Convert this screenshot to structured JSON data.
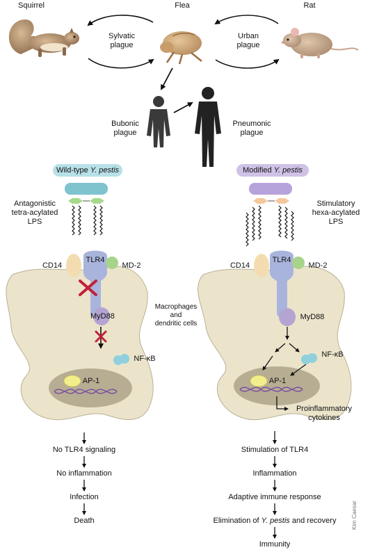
{
  "top": {
    "squirrel": "Squirrel",
    "flea": "Flea",
    "rat": "Rat",
    "sylvatic_1": "Sylvatic",
    "sylvatic_2": "plague",
    "urban_1": "Urban",
    "urban_2": "plague",
    "bubonic_1": "Bubonic",
    "bubonic_2": "plague",
    "pneumonic_1": "Pneumonic",
    "pneumonic_2": "plague"
  },
  "left": {
    "strain_prefix": "Wild-type ",
    "strain_species": "Y. pestis",
    "lps_1": "Antagonistic",
    "lps_2": "tetra-acylated",
    "lps_3": "LPS",
    "cd14": "CD14",
    "tlr4": "TLR4",
    "md2": "MD-2",
    "myd88": "MyD88",
    "nfkb": "NF-κB",
    "ap1": "AP-1",
    "outcomes": [
      "No TLR4 signaling",
      "No inflammation",
      "Infection",
      "Death"
    ]
  },
  "center": {
    "cells_1": "Macrophages",
    "cells_2": "and",
    "cells_3": "dendritic cells"
  },
  "right": {
    "strain_prefix": "Modified ",
    "strain_species": "Y. pestis",
    "lps_1": "Stimulatory",
    "lps_2": "hexa-acylated",
    "lps_3": "LPS",
    "cd14": "CD14",
    "tlr4": "TLR4",
    "md2": "MD-2",
    "myd88": "MyD88",
    "nfkb": "NF-κB",
    "ap1": "AP-1",
    "cytokines_1": "Proinflammatory",
    "cytokines_2": "cytokines",
    "outcomes": [
      "Stimulation of TLR4",
      "Inflammation",
      "Adaptive immune response",
      "Elimination of ",
      "Immunity"
    ],
    "elim_species": "Y. pestis",
    "elim_suffix": " and recovery"
  },
  "credit": "Kim Caesar",
  "colors": {
    "cell": "#ebe4cb",
    "cell_stroke": "#b9b095",
    "tlr4": "#a9b4dc",
    "md2": "#a7d48a",
    "cd14": "#f3ddb0",
    "myd88": "#b4a4d2",
    "nfkb": "#8fd0dc",
    "ap1": "#f3ee8c",
    "nucleus": "#b7ad92",
    "wild_pill": "#b8e0e8",
    "modified_pill": "#cfc2e6",
    "cross": "#c2203a"
  }
}
